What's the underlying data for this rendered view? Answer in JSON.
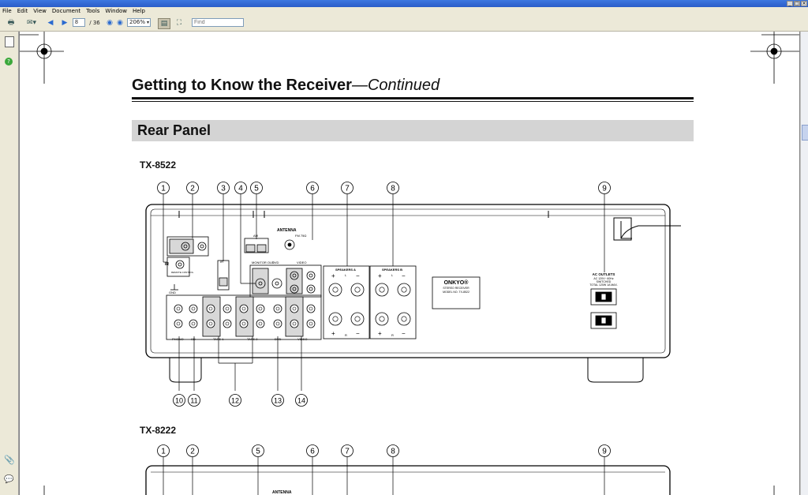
{
  "menu": [
    "File",
    "Edit",
    "View",
    "Document",
    "Tools",
    "Window",
    "Help"
  ],
  "toolbar": {
    "page_current": "8",
    "page_total": "/ 36",
    "zoom": "206%",
    "find_placeholder": "Find"
  },
  "document": {
    "heading_main": "Getting to Know the Receiver",
    "heading_suffix": "—Continued",
    "section": "Rear Panel",
    "model_1": "TX-8522",
    "model_2": "TX-8222"
  },
  "panel": {
    "top_callouts": [
      "1",
      "2",
      "3",
      "4",
      "5",
      "6",
      "7",
      "8",
      "9"
    ],
    "bottom_callouts": [
      "10",
      "11",
      "12",
      "13",
      "14"
    ],
    "top_callouts_2": [
      "1",
      "2",
      "5",
      "6",
      "7",
      "8",
      "9"
    ],
    "antenna": "ANTENNA",
    "am": "AM",
    "fm": "FM 75Ω",
    "ir": "IR",
    "gnd": "GND",
    "remote": "REMOTE CONTROL",
    "monitor_out": "MONITOR OUT",
    "dvd": "DVD",
    "video": "VIDEO",
    "in": "IN",
    "out": "OUT",
    "speakers_a": "SPEAKERS A",
    "speakers_b": "SPEAKERS B",
    "plus": "+",
    "minus": "−",
    "L": "L",
    "R": "R",
    "brand": "ONKYO®",
    "label_line1": "STEREO RECEIVER",
    "label_line2": "MODEL NO. TX-8522",
    "ac": "AC OUTLETS",
    "ac_spec1": "AC 120V~ 60Hz",
    "ac_spec2": "SWITCHED",
    "ac_spec3": "TOTAL 120W 1A MAX.",
    "phono": "PHONO",
    "cd": "CD",
    "tape1": "TAPE 1",
    "tape2": "TAPE 2",
    "antenna_2": "ANTENNA"
  }
}
